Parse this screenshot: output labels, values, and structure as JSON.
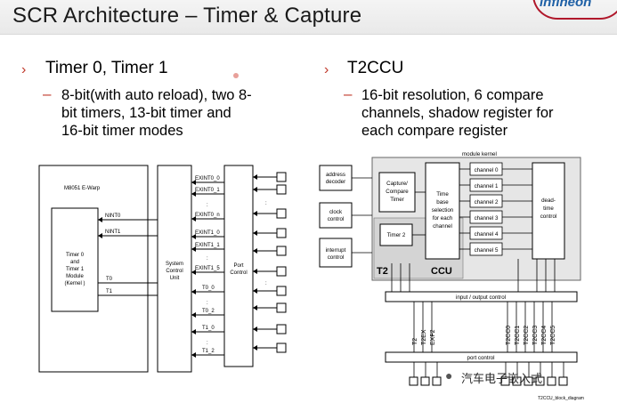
{
  "title": "SCR Architecture – Timer & Capture",
  "logo_text": "infineon",
  "left": {
    "heading": "Timer 0, Timer 1",
    "bullet_lines": [
      "8-bit(with auto reload), two 8-",
      "bit timers, 13-bit timer and",
      "16-bit timer modes"
    ]
  },
  "right": {
    "heading": "T2CCU",
    "bullet_lines": [
      "16-bit resolution, 6 compare",
      "channels, shadow register for",
      "each compare register"
    ]
  },
  "left_diagram": {
    "core_label": "M8051 E-Warp",
    "timer_module": [
      "Timer 0",
      "and",
      "Timer 1",
      "Module",
      "(Kernel )"
    ],
    "nint0": "NINT0",
    "nint1": "NINT1",
    "t0": "T0",
    "t1": "T1",
    "scu": [
      "System",
      "Control",
      "Unit"
    ],
    "port": [
      "Port",
      "Control"
    ],
    "signals": [
      "EXINT0_0",
      "EXINT0_1",
      "EXINT0_n",
      "EXINT1_0",
      "EXINT1_1",
      "EXINT1_5",
      "T0_0",
      "T0_2",
      "T1_0",
      "T1_2"
    ],
    "dots": ":"
  },
  "right_diagram": {
    "module_kernel": "module kernel",
    "address_decoder": [
      "address",
      "decoder"
    ],
    "clock_control": [
      "clock",
      "control"
    ],
    "interrupt_control": [
      "interrupt",
      "control"
    ],
    "capture_timer": [
      "Capture/",
      "Compare",
      "Timer"
    ],
    "time_base": [
      "Time",
      "base",
      "selection",
      "for each",
      "channel"
    ],
    "channels": [
      "channel 0",
      "channel 1",
      "channel 2",
      "channel 3",
      "channel 4",
      "channel 5"
    ],
    "dead_time": [
      "dead-",
      "time",
      "control"
    ],
    "timer2": "Timer 2",
    "t2_label": "T2",
    "ccu_label": "CCU",
    "io_control": "input / output control",
    "port_control": "port control",
    "left_pins": [
      "T2",
      "T2EX",
      "EXF2"
    ],
    "ccu_pins": [
      "T2CC0",
      "T2CC1",
      "T2CC2",
      "T2CC3",
      "T2CC4",
      "T2CC5"
    ],
    "caption": "T2CCU_block_diagram"
  },
  "watermark": "汽车电子嵌入式"
}
